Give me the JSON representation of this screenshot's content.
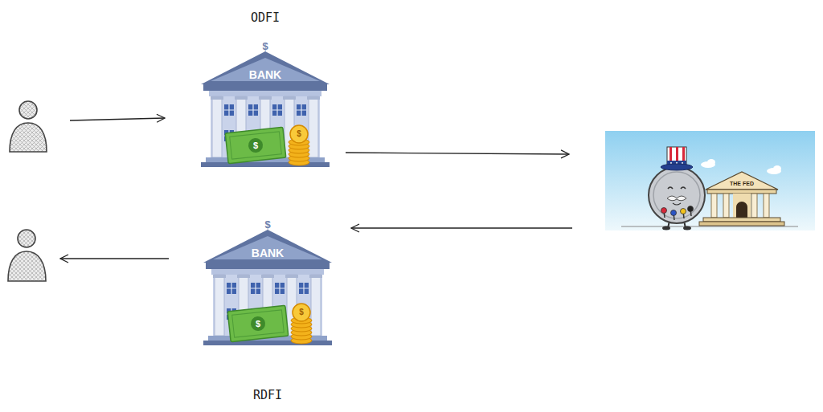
{
  "diagram": {
    "nodes": [
      {
        "text": [
          "ODFI",
          "$",
          "BANK",
          "$",
          "$"
        ]
      },
      {
        "text": [
          "THE FED"
        ]
      },
      {
        "text": [
          "$",
          "BANK",
          "$",
          "$",
          "RDFI"
        ]
      }
    ],
    "edges": [
      {
        "from": 0,
        "to": 1,
        "arrow": "to"
      },
      {
        "from": 1,
        "to": 2,
        "arrow": "to"
      }
    ]
  }
}
